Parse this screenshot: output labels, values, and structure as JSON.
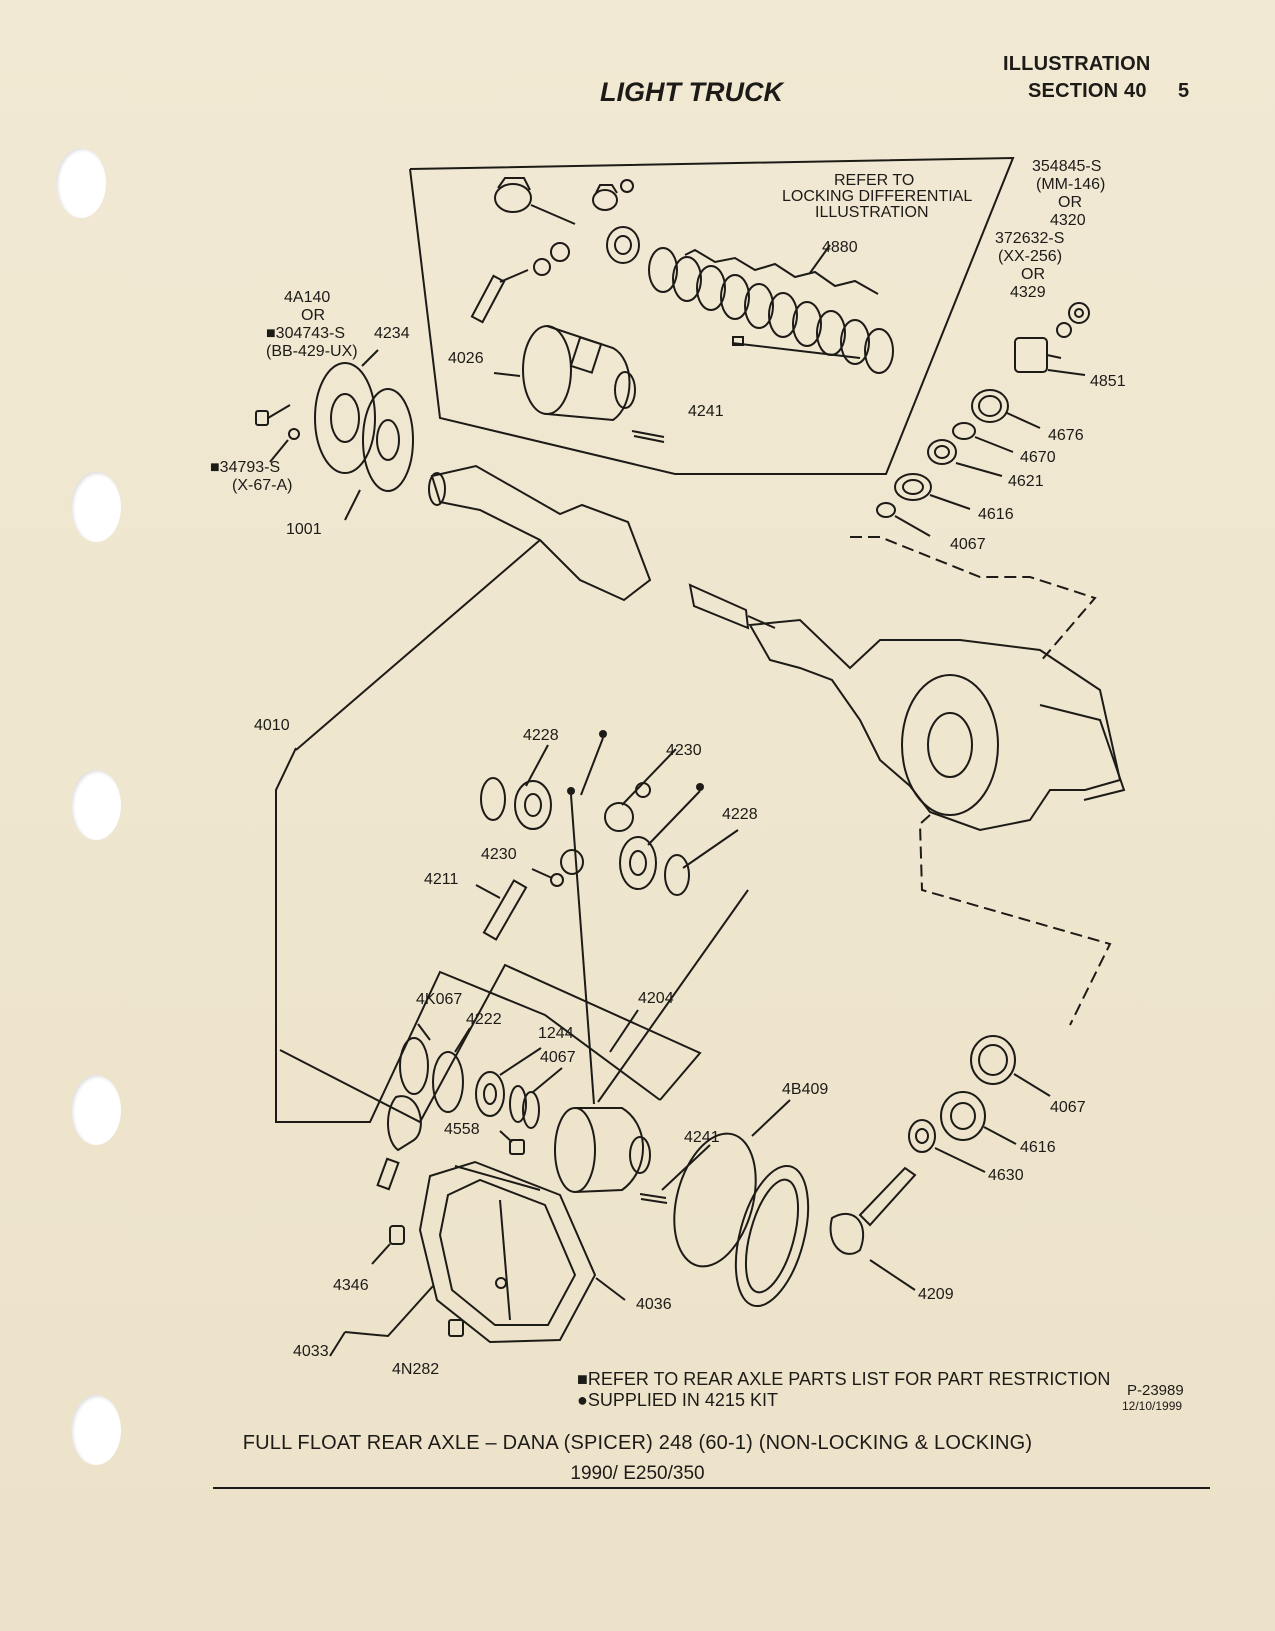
{
  "header": {
    "illustration": "ILLUSTRATION",
    "section": "SECTION 40",
    "page_number": "5",
    "title": "LIGHT TRUCK"
  },
  "callouts": {
    "refer_locking_1": "REFER TO",
    "refer_locking_2": "LOCKING DIFFERENTIAL",
    "refer_locking_3": "ILLUSTRATION",
    "part_354845": "354845-S",
    "part_mm146": "(MM-146)",
    "or_1": "OR",
    "part_4320": "4320",
    "part_372632": "372632-S",
    "part_xx256": "(XX-256)",
    "or_2": "OR",
    "part_4329": "4329",
    "part_4880": "4880",
    "part_4A140": "4A140",
    "or_3": "OR",
    "part_304743": "■304743-S",
    "part_bb429": "(BB-429-UX)",
    "part_4234": "4234",
    "part_4026": "4026",
    "part_4851": "4851",
    "part_4241_top": "4241",
    "part_4676": "4676",
    "part_4670": "4670",
    "part_4621": "4621",
    "part_34793": "■34793-S",
    "part_x67a": "(X-67-A)",
    "part_4616_top": "4616",
    "part_1001": "1001",
    "part_4067_top": "4067",
    "part_4010": "4010",
    "part_4228_left": "4228",
    "part_4230_right": "4230",
    "part_4228_right": "4228",
    "part_4230_left": "4230",
    "part_4211": "4211",
    "part_4K067": "4K067",
    "part_4222": "4222",
    "part_4204": "4204",
    "part_1244": "1244",
    "part_4067_mid": "4067",
    "part_4B409": "4B409",
    "part_4067_right": "4067",
    "part_4558": "4558",
    "part_4241_bottom": "4241",
    "part_4616_bottom": "4616",
    "part_4630": "4630",
    "part_4346": "4346",
    "part_4036": "4036",
    "part_4209": "4209",
    "part_4033": "4033",
    "part_4N282": "4N282"
  },
  "footnotes": {
    "restriction": "■REFER TO REAR AXLE PARTS LIST FOR PART RESTRICTION",
    "kit": "●SUPPLIED IN 4215 KIT"
  },
  "reference": {
    "code": "P-23989",
    "date": "12/10/1999"
  },
  "caption": {
    "line1": "FULL FLOAT REAR AXLE – DANA (SPICER) 248 (60-1) (NON-LOCKING & LOCKING)",
    "line2": "1990/ E250/350"
  }
}
